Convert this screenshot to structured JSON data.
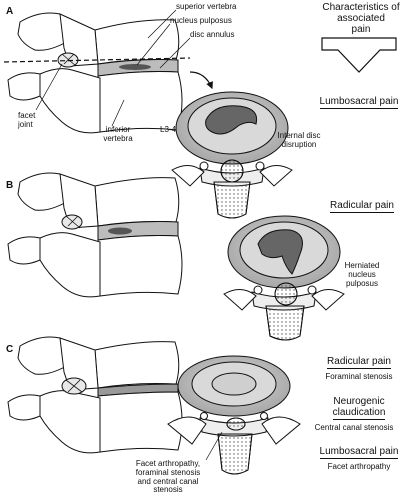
{
  "header": {
    "line1": "Characteristics of",
    "line2": "associated",
    "line3": "pain"
  },
  "panels": {
    "a": {
      "letter": "A"
    },
    "b": {
      "letter": "B"
    },
    "c": {
      "letter": "C"
    }
  },
  "labels_a": {
    "superior_vertebra": "superior vertebra",
    "nucleus_pulposus": "nucleus pulposus",
    "disc_annulus": "disc annulus",
    "facet_joint_1": "facet",
    "facet_joint_2": "joint",
    "inferior_vertebra_1": "inferior",
    "inferior_vertebra_2": "vertebra",
    "level": "L3-4",
    "internal_disc_1": "Internal disc",
    "internal_disc_2": "disruption",
    "pain_title": "Lumbosacral pain"
  },
  "labels_b": {
    "pain_title": "Radicular pain",
    "herniated_1": "Herniated",
    "herniated_2": "nucleus",
    "herniated_3": "pulposus"
  },
  "labels_c": {
    "radicular": "Radicular pain",
    "foraminal": "Foraminal stenosis",
    "neuro_1": "Neurogenic",
    "neuro_2": "claudication",
    "central": "Central canal stenosis",
    "lumbosacral": "Lumbosacral pain",
    "facet_arthropathy": "Facet arthropathy",
    "caption_1": "Facet arthropathy,",
    "caption_2": "foraminal stenosis",
    "caption_3": "and central canal",
    "caption_4": "stenosis"
  }
}
